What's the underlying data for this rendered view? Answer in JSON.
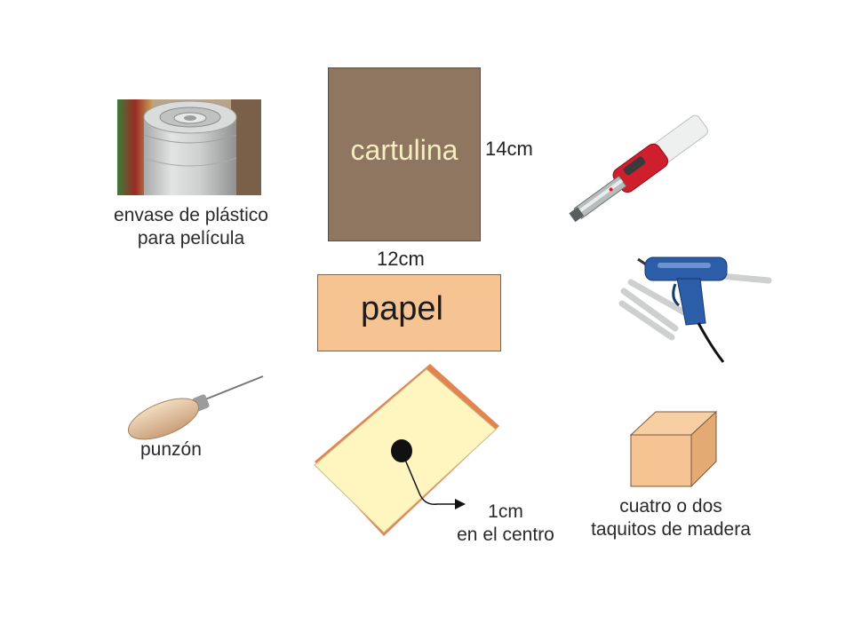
{
  "items": {
    "canister": {
      "icon": "film-canister-icon",
      "label_lines": [
        "envase de plástico",
        "para película"
      ]
    },
    "cartulina": {
      "label": "cartulina",
      "height_label": "14cm",
      "width_label": "12cm",
      "color": "#8e7660",
      "text_color": "#f5ecc2"
    },
    "papel": {
      "label": "papel",
      "color": "#f6c393"
    },
    "cutter": {
      "icon": "cutter-icon"
    },
    "glue_gun": {
      "icon": "glue-gun-icon"
    },
    "awl": {
      "icon": "awl-icon",
      "label": "punzón"
    },
    "board": {
      "icon": "board-with-hole-icon",
      "label_lines": [
        "1cm",
        "en el centro"
      ]
    },
    "cube": {
      "icon": "wooden-block-icon",
      "label_lines": [
        "cuatro o dos",
        "taquitos de madera"
      ],
      "color": "#f6c393"
    }
  }
}
